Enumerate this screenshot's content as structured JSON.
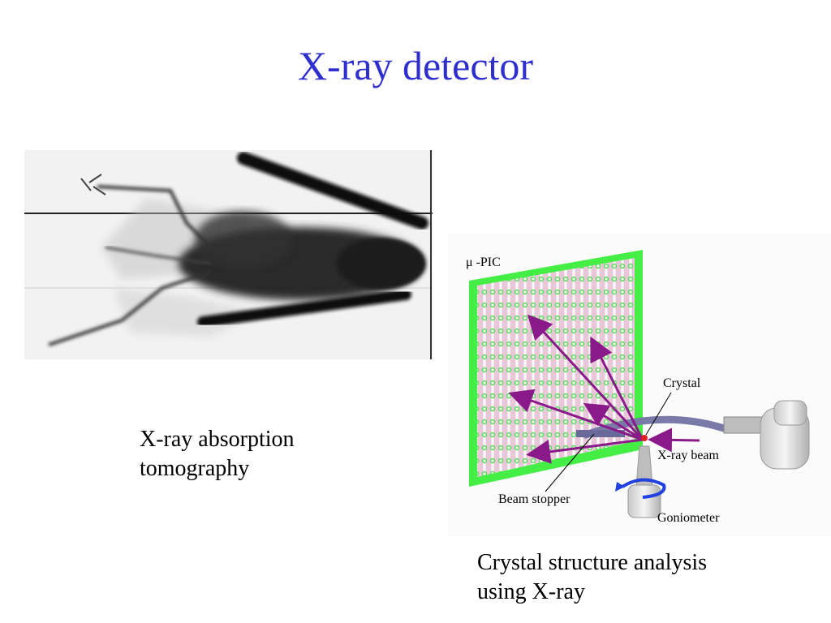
{
  "slide": {
    "title": "X-ray detector",
    "left_caption_line1": "X-ray absorption",
    "left_caption_line2": "tomography",
    "right_caption_line1": "Crystal structure analysis",
    "right_caption_line2": "using X-ray"
  },
  "diagram": {
    "labels": {
      "detector": "μ -PIC",
      "crystal": "Crystal",
      "xray_beam": "X-ray beam",
      "beam_stopper": "Beam stopper",
      "goniometer": "Goniometer"
    },
    "colors": {
      "detector_frame": "#44ee44",
      "detector_face": "#e8c8d8",
      "arrows": "#8a1a8a",
      "beam_arm": "#7a7aa8",
      "rotation_arrow": "#2040e0",
      "crystal": "#e02020"
    }
  },
  "colors": {
    "title": "#2f2fd0"
  }
}
